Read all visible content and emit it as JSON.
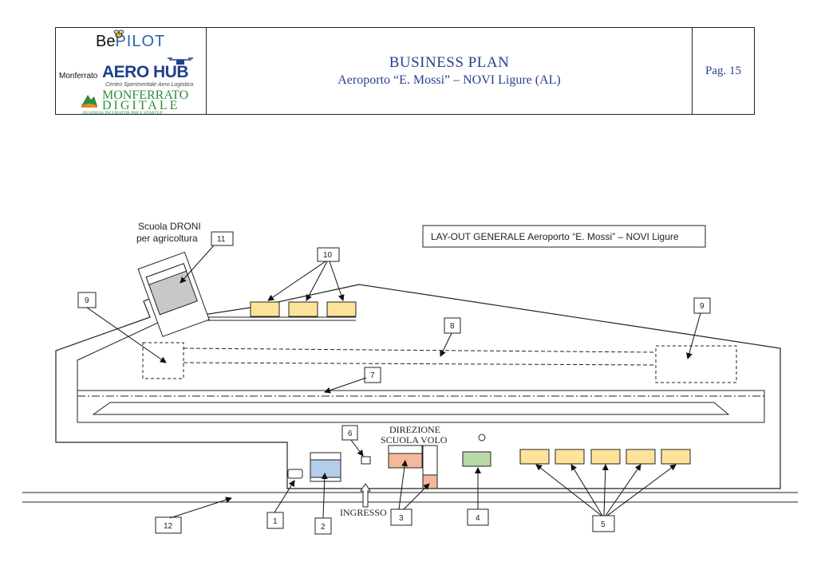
{
  "header": {
    "title": "BUSINESS PLAN",
    "subtitle": "Aeroporto “E. Mossi” – NOVI Ligure (AL)",
    "page": "Pag. 15",
    "logos": {
      "bepilot_a": "Be",
      "bepilot_b": "PILOT",
      "monferrato": "Monferrato",
      "aerohub": "AERO HUB",
      "centro": "Centro Sperimentale Aero Logistico",
      "md_a": "MONFERRATO",
      "md_b": "DIGITALE",
      "md_c": "BUSINESS INCUBATOR PMI E STARTUP"
    }
  },
  "diagram": {
    "layout_title": "LAY-OUT GENERALE Aeroporto “E. Mossi” – NOVI Ligure",
    "school_label_1": "Scuola DRONI",
    "school_label_2": "per agricoltura",
    "direzione_1": "DIREZIONE",
    "direzione_2": "SCUOLA VOLO",
    "ingresso": "INGRESSO",
    "callouts": {
      "c1": "1",
      "c2": "2",
      "c3": "3",
      "c4": "4",
      "c5": "5",
      "c6": "6",
      "c7": "7",
      "c8": "8",
      "c9a": "9",
      "c9b": "9",
      "c10": "10",
      "c11": "11",
      "c12": "12"
    },
    "colors": {
      "hangar": "#fde399",
      "building_blue": "#b5cde8",
      "building_salmon": "#f3b99a",
      "building_green": "#b9d9a8",
      "school_gray": "#c8c8c8"
    }
  }
}
